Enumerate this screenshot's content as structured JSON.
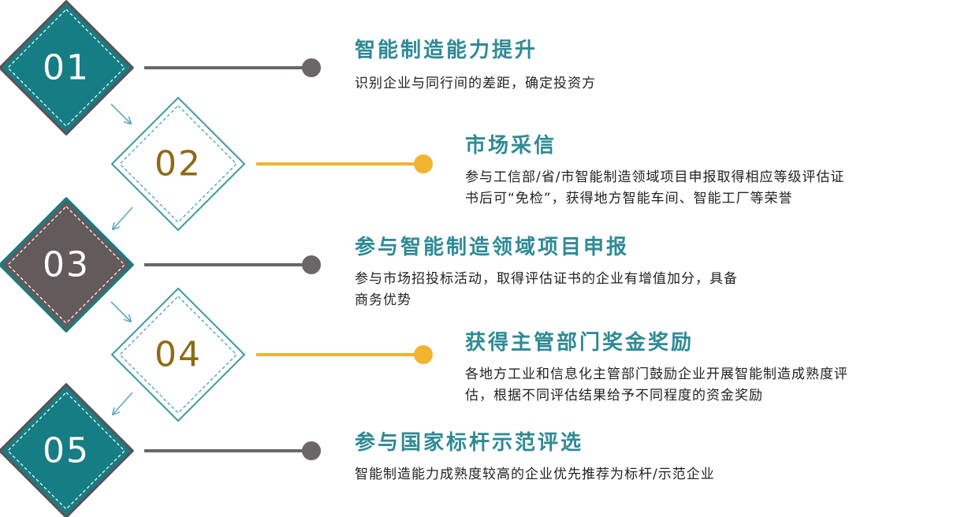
{
  "colors": {
    "teal": "#177d84",
    "dark_gray": "#635a5c",
    "title_teal": "#2e8a95",
    "gold_text": "#8d6a17",
    "gold_line": "#f2b331",
    "outline_teal": "#3f9aa1",
    "connector_gray": "#6b6668",
    "arrow": "#5fa9bf"
  },
  "steps": [
    {
      "number": "01",
      "title": "智能制造能力提升",
      "desc": [
        "识别企业与同行间的差距，确定投资方"
      ]
    },
    {
      "number": "02",
      "title": "市场采信",
      "desc": [
        "参与工信部/省/市智能制造领域项目申报取得相应等级评估证",
        "书后可“免检”，获得地方智能车间、智能工厂等荣誉"
      ]
    },
    {
      "number": "03",
      "title": "参与智能制造领域项目申报",
      "desc": [
        "参与市场招投标活动，取得评估证书的企业有增值加分，具备",
        "商务优势"
      ]
    },
    {
      "number": "04",
      "title": "获得主管部门奖金奖励",
      "desc": [
        "各地方工业和信息化主管部门鼓励企业开展智能制造成熟度评",
        "估，根据不同评估结果给予不同程度的资金奖励"
      ]
    },
    {
      "number": "05",
      "title": "参与国家标杆示范评选",
      "desc": [
        "智能制造能力成熟度较高的企业优先推荐为标杆/示范企业"
      ]
    }
  ]
}
